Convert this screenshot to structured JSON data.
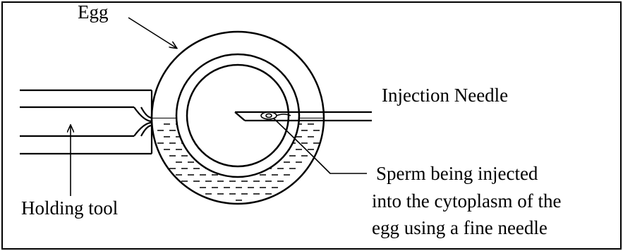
{
  "labels": {
    "egg": "Egg",
    "injection_needle": "Injection Needle",
    "holding_tool": "Holding tool",
    "sperm_line1": "Sperm being injected",
    "sperm_line2": "into the cytoplasm of the",
    "sperm_line3": "egg using a fine needle"
  },
  "colors": {
    "ink": "#000000",
    "background": "#ffffff"
  }
}
